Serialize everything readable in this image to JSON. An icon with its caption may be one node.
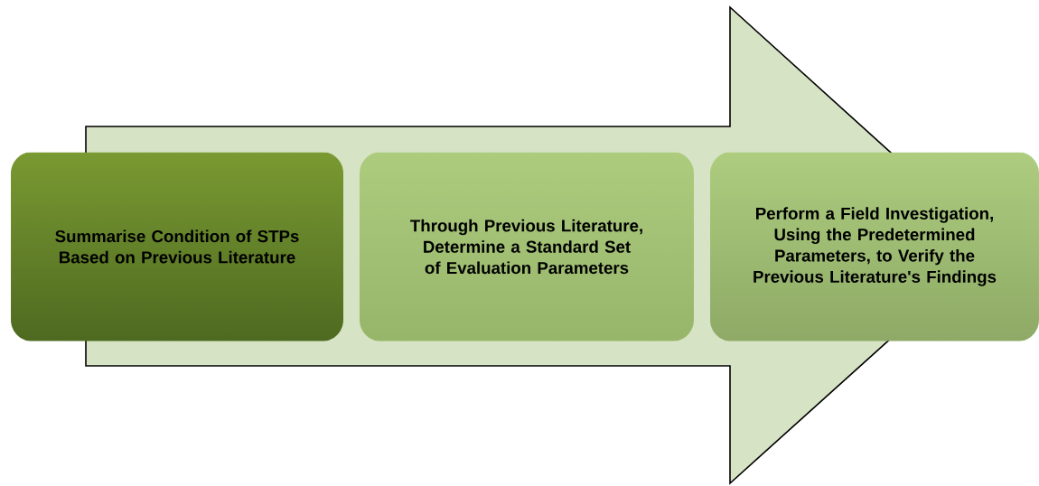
{
  "diagram": {
    "nodes": [
      {
        "text": [
          "Summarise Condition of STPs Based on Previous Literature"
        ]
      },
      {
        "text": [
          "Through Previous Literature, Determine a Standard Set of Evaluation Parameters"
        ]
      },
      {
        "text": [
          "Perform a Field Investigation, Using the Predetermined Parameters, to Verify the Previous Literature's Findings"
        ]
      }
    ],
    "edges": [
      {
        "from": 0,
        "to": 2,
        "arrow": "to"
      }
    ]
  }
}
